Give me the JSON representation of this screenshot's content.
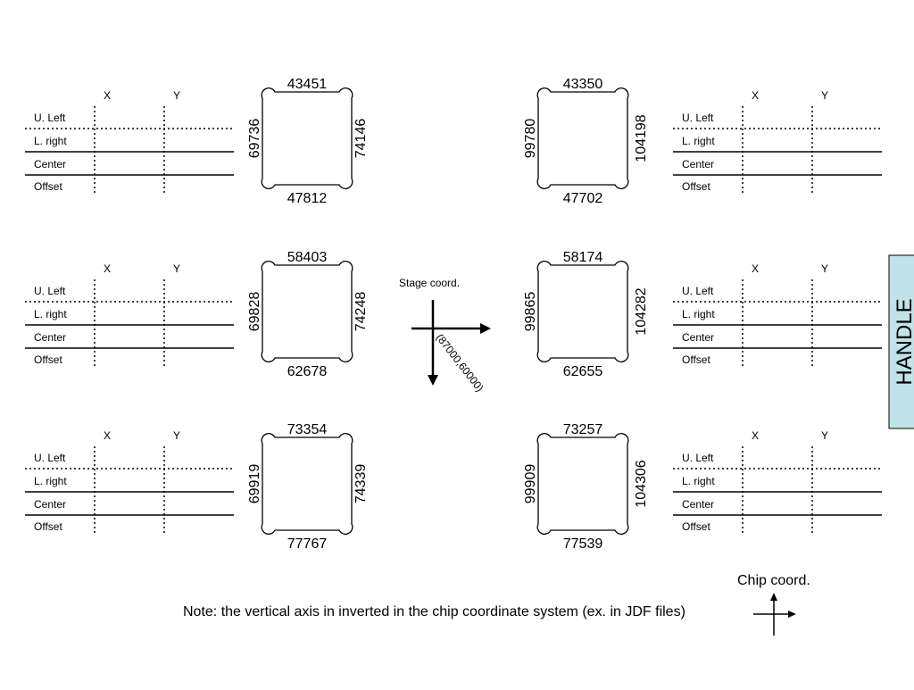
{
  "table_template": {
    "col_x": "X",
    "col_y": "Y",
    "rows": [
      "U. Left",
      "L. right",
      "Center",
      "Offset"
    ]
  },
  "chips": [
    {
      "top": "43451",
      "bottom": "47812",
      "left": "69736",
      "right": "74146"
    },
    {
      "top": "43350",
      "bottom": "47702",
      "left": "99780",
      "right": "104198"
    },
    {
      "top": "58403",
      "bottom": "62678",
      "left": "69828",
      "right": "74248"
    },
    {
      "top": "58174",
      "bottom": "62655",
      "left": "99865",
      "right": "104282"
    },
    {
      "top": "73354",
      "bottom": "77767",
      "left": "69919",
      "right": "74339"
    },
    {
      "top": "73257",
      "bottom": "77539",
      "left": "99909",
      "right": "104306"
    }
  ],
  "stage": {
    "label": "Stage coord.",
    "center": "(87000,60000)"
  },
  "chip_coord": {
    "label": "Chip coord."
  },
  "note": "Note: the vertical axis in inverted in the chip coordinate system (ex. in JDF files)",
  "handle": {
    "label": "HANDLE",
    "color": "#bfe3e6"
  }
}
